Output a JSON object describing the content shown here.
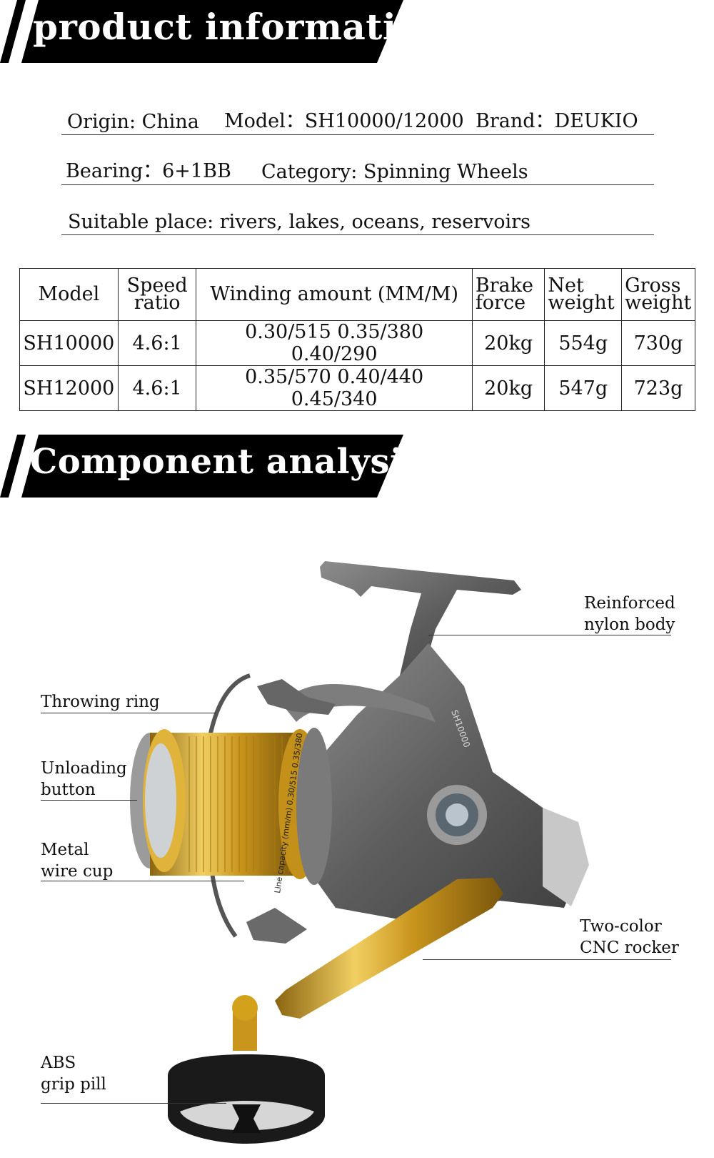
{
  "sections": {
    "product_title": "product information",
    "component_title": "Component analysis"
  },
  "info": {
    "origin": "Origin: China",
    "model": "Model：SH10000/12000",
    "brand": "Brand：DEUKIO",
    "bearing": "Bearing：6+1BB",
    "category": "Category: Spinning Wheels",
    "suitable": "Suitable place: rivers, lakes, oceans, reservoirs"
  },
  "table": {
    "headers": [
      {
        "line1": "Model",
        "line2": ""
      },
      {
        "line1": "Speed",
        "line2": "ratio"
      },
      {
        "line1": "Winding amount (MM/M)",
        "line2": ""
      },
      {
        "line1": "Brake",
        "line2": "force"
      },
      {
        "line1": "Net",
        "line2": "weight"
      },
      {
        "line1": "Gross",
        "line2": "weight"
      }
    ],
    "rows": [
      [
        "SH10000",
        "4.6:1",
        "0.30/515 0.35/380 0.40/290",
        "20kg",
        "554g",
        "730g"
      ],
      [
        "SH12000",
        "4.6:1",
        "0.35/570 0.40/440 0.45/340",
        "20kg",
        "547g",
        "723g"
      ]
    ]
  },
  "components": {
    "body": {
      "line1": "Reinforced",
      "line2": "nylon body"
    },
    "ring": {
      "line1": "Throwing ring",
      "line2": ""
    },
    "unload": {
      "line1": "Unloading",
      "line2": "button"
    },
    "cup": {
      "line1": "Metal",
      "line2": "wire cup"
    },
    "rocker": {
      "line1": "Two-color",
      "line2": "CNC rocker"
    },
    "grip": {
      "line1": "ABS",
      "line2": "grip pill"
    }
  },
  "reel_labels": {
    "model_mark": "SH10000",
    "spool_print": "Line capacity (mm/m) 0.30/515 0.35/380"
  },
  "colors": {
    "banner": "#000000",
    "gold": "#d4a21a",
    "body": "#6b6b6b",
    "line": "#333333"
  }
}
